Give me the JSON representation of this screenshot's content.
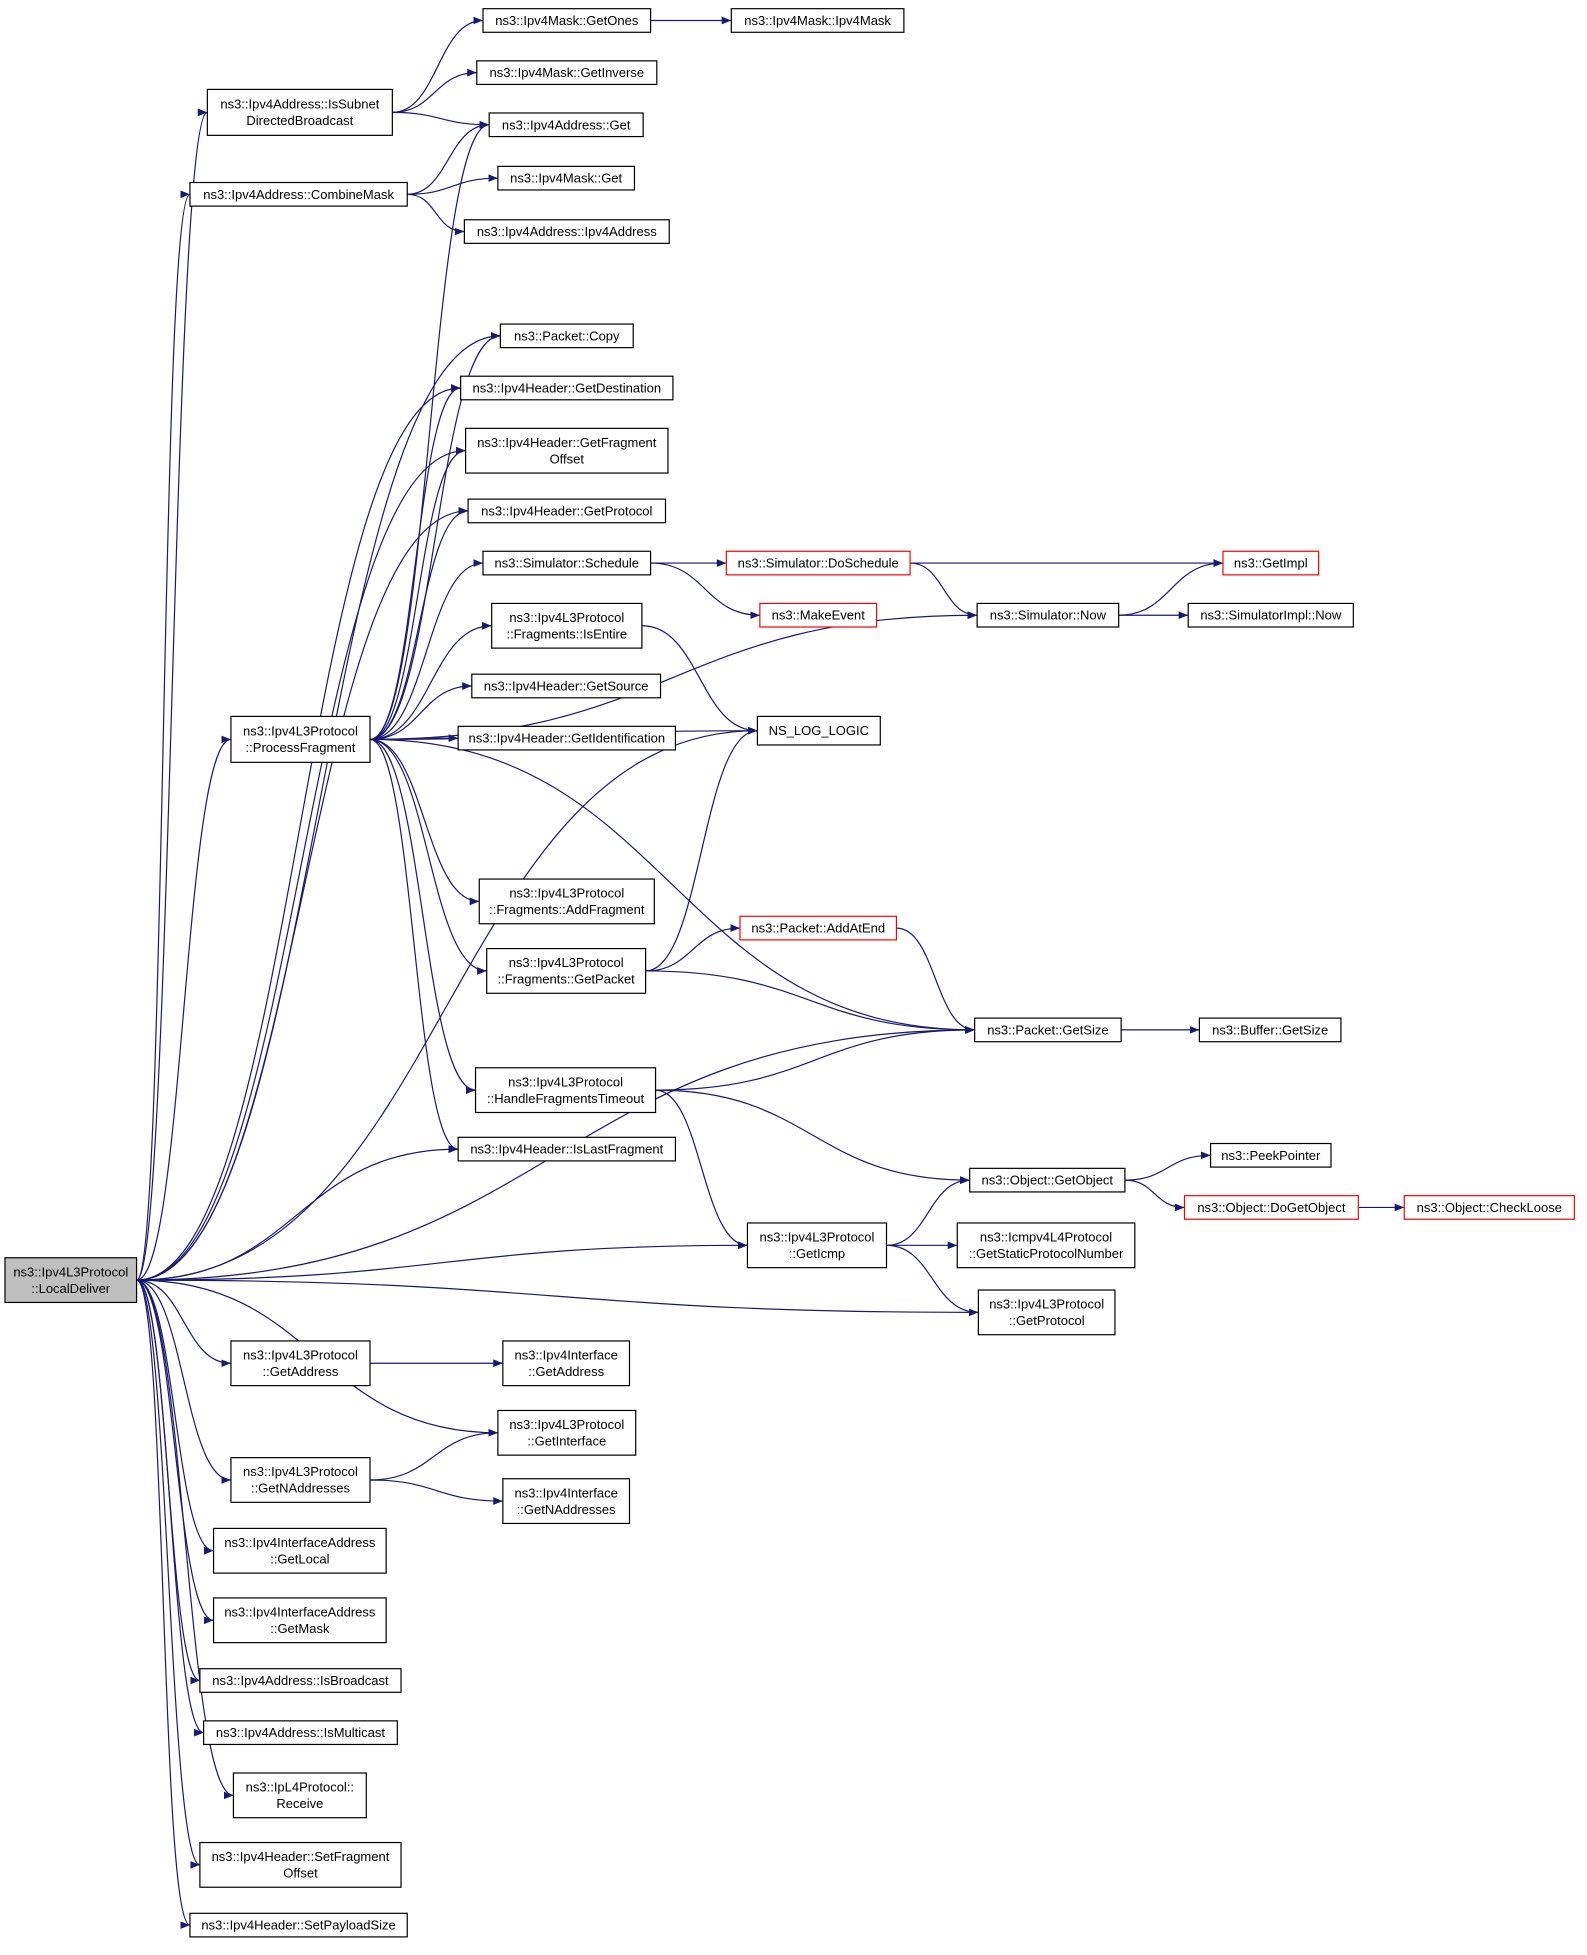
{
  "diagram": {
    "nodes": [
      {
        "id": "root",
        "lines": [
          "ns3::Ipv4L3Protocol",
          "::LocalDeliver"
        ],
        "style": "root"
      },
      {
        "id": "getOnes",
        "lines": [
          "ns3::Ipv4Mask::GetOnes"
        ],
        "style": "normal"
      },
      {
        "id": "maskCtor",
        "lines": [
          "ns3::Ipv4Mask::Ipv4Mask"
        ],
        "style": "normal"
      },
      {
        "id": "getInverse",
        "lines": [
          "ns3::Ipv4Mask::GetInverse"
        ],
        "style": "normal"
      },
      {
        "id": "isSubnet",
        "lines": [
          "ns3::Ipv4Address::IsSubnet",
          "DirectedBroadcast"
        ],
        "style": "normal"
      },
      {
        "id": "addrGet",
        "lines": [
          "ns3::Ipv4Address::Get"
        ],
        "style": "normal"
      },
      {
        "id": "combineMask",
        "lines": [
          "ns3::Ipv4Address::CombineMask"
        ],
        "style": "normal"
      },
      {
        "id": "maskGet",
        "lines": [
          "ns3::Ipv4Mask::Get"
        ],
        "style": "normal"
      },
      {
        "id": "addrCtor",
        "lines": [
          "ns3::Ipv4Address::Ipv4Address"
        ],
        "style": "normal"
      },
      {
        "id": "packetCopy",
        "lines": [
          "ns3::Packet::Copy"
        ],
        "style": "normal"
      },
      {
        "id": "getDest",
        "lines": [
          "ns3::Ipv4Header::GetDestination"
        ],
        "style": "normal"
      },
      {
        "id": "getFragOffset",
        "lines": [
          "ns3::Ipv4Header::GetFragment",
          "Offset"
        ],
        "style": "normal"
      },
      {
        "id": "getProtoHdr",
        "lines": [
          "ns3::Ipv4Header::GetProtocol"
        ],
        "style": "normal"
      },
      {
        "id": "simSchedule",
        "lines": [
          "ns3::Simulator::Schedule"
        ],
        "style": "normal"
      },
      {
        "id": "doSchedule",
        "lines": [
          "ns3::Simulator::DoSchedule"
        ],
        "style": "truncated"
      },
      {
        "id": "getImpl",
        "lines": [
          "ns3::GetImpl"
        ],
        "style": "truncated"
      },
      {
        "id": "makeEvent",
        "lines": [
          "ns3::MakeEvent"
        ],
        "style": "truncated"
      },
      {
        "id": "simNow",
        "lines": [
          "ns3::Simulator::Now"
        ],
        "style": "normal"
      },
      {
        "id": "simImplNow",
        "lines": [
          "ns3::SimulatorImpl::Now"
        ],
        "style": "normal"
      },
      {
        "id": "isEntire",
        "lines": [
          "ns3::Ipv4L3Protocol",
          "::Fragments::IsEntire"
        ],
        "style": "normal"
      },
      {
        "id": "getSource",
        "lines": [
          "ns3::Ipv4Header::GetSource"
        ],
        "style": "normal"
      },
      {
        "id": "processFrag",
        "lines": [
          "ns3::Ipv4L3Protocol",
          "::ProcessFragment"
        ],
        "style": "normal"
      },
      {
        "id": "getIdent",
        "lines": [
          "ns3::Ipv4Header::GetIdentification"
        ],
        "style": "normal"
      },
      {
        "id": "nsLog",
        "lines": [
          "NS_LOG_LOGIC"
        ],
        "style": "normal"
      },
      {
        "id": "addFragment",
        "lines": [
          "ns3::Ipv4L3Protocol",
          "::Fragments::AddFragment"
        ],
        "style": "normal"
      },
      {
        "id": "addAtEnd",
        "lines": [
          "ns3::Packet::AddAtEnd"
        ],
        "style": "truncated"
      },
      {
        "id": "getPacket",
        "lines": [
          "ns3::Ipv4L3Protocol",
          "::Fragments::GetPacket"
        ],
        "style": "normal"
      },
      {
        "id": "packetGetSize",
        "lines": [
          "ns3::Packet::GetSize"
        ],
        "style": "normal"
      },
      {
        "id": "bufferGetSize",
        "lines": [
          "ns3::Buffer::GetSize"
        ],
        "style": "normal"
      },
      {
        "id": "handleTimeout",
        "lines": [
          "ns3::Ipv4L3Protocol",
          "::HandleFragmentsTimeout"
        ],
        "style": "normal"
      },
      {
        "id": "isLastFrag",
        "lines": [
          "ns3::Ipv4Header::IsLastFragment"
        ],
        "style": "normal"
      },
      {
        "id": "getObject",
        "lines": [
          "ns3::Object::GetObject"
        ],
        "style": "normal"
      },
      {
        "id": "peekPointer",
        "lines": [
          "ns3::PeekPointer"
        ],
        "style": "normal"
      },
      {
        "id": "doGetObject",
        "lines": [
          "ns3::Object::DoGetObject"
        ],
        "style": "truncated"
      },
      {
        "id": "checkLoose",
        "lines": [
          "ns3::Object::CheckLoose"
        ],
        "style": "truncated"
      },
      {
        "id": "getIcmp",
        "lines": [
          "ns3::Ipv4L3Protocol",
          "::GetIcmp"
        ],
        "style": "normal"
      },
      {
        "id": "icmpStatic",
        "lines": [
          "ns3::Icmpv4L4Protocol",
          "::GetStaticProtocolNumber"
        ],
        "style": "normal"
      },
      {
        "id": "l3GetProtocol",
        "lines": [
          "ns3::Ipv4L3Protocol",
          "::GetProtocol"
        ],
        "style": "normal"
      },
      {
        "id": "l3GetAddress",
        "lines": [
          "ns3::Ipv4L3Protocol",
          "::GetAddress"
        ],
        "style": "normal"
      },
      {
        "id": "ifGetAddress",
        "lines": [
          "ns3::Ipv4Interface",
          "::GetAddress"
        ],
        "style": "normal"
      },
      {
        "id": "l3GetInterface",
        "lines": [
          "ns3::Ipv4L3Protocol",
          "::GetInterface"
        ],
        "style": "normal"
      },
      {
        "id": "l3GetNAddr",
        "lines": [
          "ns3::Ipv4L3Protocol",
          "::GetNAddresses"
        ],
        "style": "normal"
      },
      {
        "id": "ifGetNAddr",
        "lines": [
          "ns3::Ipv4Interface",
          "::GetNAddresses"
        ],
        "style": "normal"
      },
      {
        "id": "ifaGetLocal",
        "lines": [
          "ns3::Ipv4InterfaceAddress",
          "::GetLocal"
        ],
        "style": "normal"
      },
      {
        "id": "ifaGetMask",
        "lines": [
          "ns3::Ipv4InterfaceAddress",
          "::GetMask"
        ],
        "style": "normal"
      },
      {
        "id": "isBroadcast",
        "lines": [
          "ns3::Ipv4Address::IsBroadcast"
        ],
        "style": "normal"
      },
      {
        "id": "isMulticast",
        "lines": [
          "ns3::Ipv4Address::IsMulticast"
        ],
        "style": "normal"
      },
      {
        "id": "ipL4Receive",
        "lines": [
          "ns3::IpL4Protocol::",
          "Receive"
        ],
        "style": "normal"
      },
      {
        "id": "setFragOffset",
        "lines": [
          "ns3::Ipv4Header::SetFragment",
          "Offset"
        ],
        "style": "normal"
      },
      {
        "id": "setPayload",
        "lines": [
          "ns3::Ipv4Header::SetPayloadSize"
        ],
        "style": "normal"
      }
    ],
    "edges": [
      [
        "root",
        "isSubnet"
      ],
      [
        "root",
        "combineMask"
      ],
      [
        "root",
        "nsLog"
      ],
      [
        "root",
        "packetCopy"
      ],
      [
        "root",
        "getDest"
      ],
      [
        "root",
        "getFragOffset"
      ],
      [
        "root",
        "getProtoHdr"
      ],
      [
        "root",
        "processFrag"
      ],
      [
        "root",
        "isLastFrag"
      ],
      [
        "root",
        "packetGetSize"
      ],
      [
        "root",
        "getIcmp"
      ],
      [
        "root",
        "l3GetProtocol"
      ],
      [
        "root",
        "l3GetAddress"
      ],
      [
        "root",
        "l3GetInterface"
      ],
      [
        "root",
        "l3GetNAddr"
      ],
      [
        "root",
        "ifaGetLocal"
      ],
      [
        "root",
        "ifaGetMask"
      ],
      [
        "root",
        "isBroadcast"
      ],
      [
        "root",
        "isMulticast"
      ],
      [
        "root",
        "ipL4Receive"
      ],
      [
        "root",
        "setFragOffset"
      ],
      [
        "root",
        "setPayload"
      ],
      [
        "isSubnet",
        "getOnes"
      ],
      [
        "isSubnet",
        "getInverse"
      ],
      [
        "isSubnet",
        "addrGet"
      ],
      [
        "getOnes",
        "maskCtor"
      ],
      [
        "combineMask",
        "addrGet"
      ],
      [
        "combineMask",
        "maskGet"
      ],
      [
        "combineMask",
        "addrCtor"
      ],
      [
        "processFrag",
        "addrGet"
      ],
      [
        "processFrag",
        "packetCopy"
      ],
      [
        "processFrag",
        "getDest"
      ],
      [
        "processFrag",
        "getFragOffset"
      ],
      [
        "processFrag",
        "getProtoHdr"
      ],
      [
        "processFrag",
        "simSchedule"
      ],
      [
        "processFrag",
        "isEntire"
      ],
      [
        "processFrag",
        "getSource"
      ],
      [
        "processFrag",
        "getIdent"
      ],
      [
        "processFrag",
        "nsLog"
      ],
      [
        "processFrag",
        "simNow"
      ],
      [
        "processFrag",
        "addFragment"
      ],
      [
        "processFrag",
        "getPacket"
      ],
      [
        "processFrag",
        "packetGetSize"
      ],
      [
        "processFrag",
        "handleTimeout"
      ],
      [
        "processFrag",
        "isLastFrag"
      ],
      [
        "simSchedule",
        "doSchedule"
      ],
      [
        "simSchedule",
        "makeEvent"
      ],
      [
        "doSchedule",
        "getImpl"
      ],
      [
        "doSchedule",
        "simNow"
      ],
      [
        "simNow",
        "getImpl"
      ],
      [
        "simNow",
        "simImplNow"
      ],
      [
        "isEntire",
        "nsLog"
      ],
      [
        "getPacket",
        "nsLog"
      ],
      [
        "getPacket",
        "addAtEnd"
      ],
      [
        "getPacket",
        "packetGetSize"
      ],
      [
        "addAtEnd",
        "packetGetSize"
      ],
      [
        "packetGetSize",
        "bufferGetSize"
      ],
      [
        "handleTimeout",
        "packetGetSize"
      ],
      [
        "handleTimeout",
        "getObject"
      ],
      [
        "handleTimeout",
        "getIcmp"
      ],
      [
        "getObject",
        "peekPointer"
      ],
      [
        "getObject",
        "doGetObject"
      ],
      [
        "doGetObject",
        "checkLoose"
      ],
      [
        "getIcmp",
        "getObject"
      ],
      [
        "getIcmp",
        "icmpStatic"
      ],
      [
        "getIcmp",
        "l3GetProtocol"
      ],
      [
        "l3GetAddress",
        "ifGetAddress"
      ],
      [
        "l3GetNAddr",
        "l3GetInterface"
      ],
      [
        "l3GetNAddr",
        "ifGetNAddr"
      ]
    ]
  }
}
